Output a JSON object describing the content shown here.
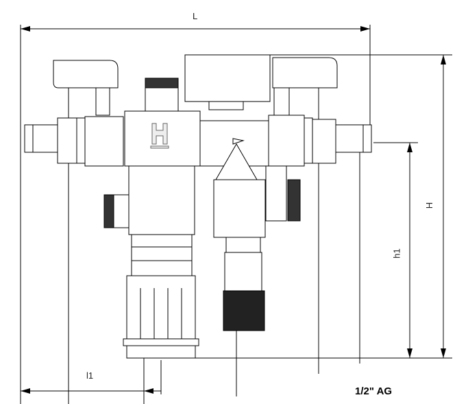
{
  "dimensions": {
    "length": "L",
    "height": "H",
    "height_h1": "h1",
    "length_l1": "l1",
    "connection": "1/2\" AG"
  },
  "logo": "H",
  "colors": {
    "line": "#000000",
    "background": "#ffffff"
  }
}
